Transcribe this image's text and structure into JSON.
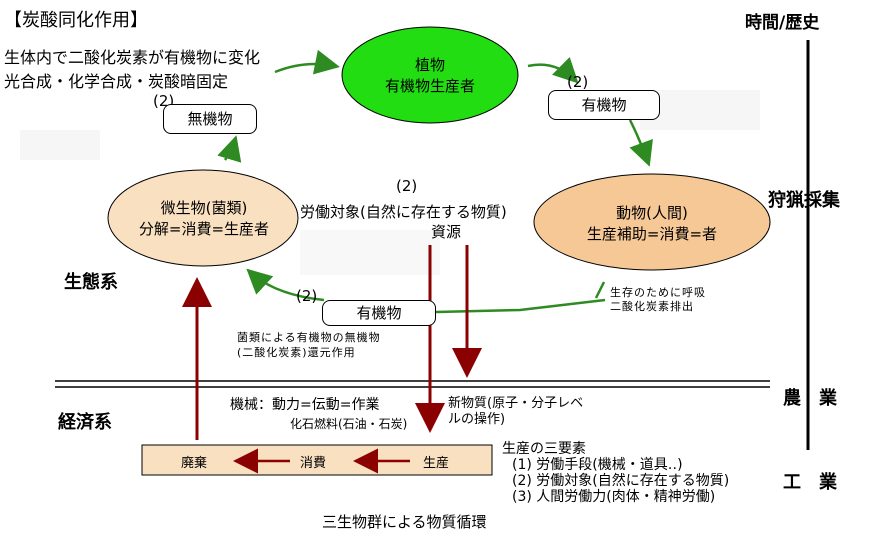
{
  "header": {
    "title": "【炭酸同化作用】",
    "desc_line1": "生体内で二酸化炭素が有機物に変化",
    "desc_line2": "光合成・化学合成・炭酸暗固定"
  },
  "right_axis": {
    "title": "時間/歴史",
    "hunting": "狩猟採集",
    "agriculture": "農　業",
    "industry": "工　業"
  },
  "nodes": {
    "plant": {
      "line1": "植物",
      "line2": "有機物生産者",
      "color": "#22dd11"
    },
    "animal": {
      "line1": "動物(人間)",
      "line2": "生産補助=消費=者",
      "color": "#f5c896"
    },
    "microbe": {
      "line1": "微生物(菌類)",
      "line2": "分解=消費=生産者",
      "color": "#f9e0c0"
    }
  },
  "boxes": {
    "inorganic": {
      "num": "(2)",
      "label": "無機物"
    },
    "organic_top": {
      "num": "(2)",
      "label": "有機物"
    },
    "organic_bottom": {
      "num": "(2)",
      "label": "有機物"
    }
  },
  "center": {
    "num": "(2)",
    "line1": "労働対象(自然に存在する物質)",
    "line2": "資源"
  },
  "annotations": {
    "respiration_1": "生存のために呼吸",
    "respiration_2": "二酸化炭素排出",
    "reduction_1": "菌類による有機物の無機物",
    "reduction_2": "(二酸化炭素)還元作用",
    "machine": "機械：動力=伝動=作業",
    "fossil": "化石燃料(石油・石炭)",
    "newmat_1": "新物質(原子・分子レベ",
    "newmat_2": "ルの操作)"
  },
  "sections": {
    "ecosystem": "生態系",
    "economy": "経済系"
  },
  "production_bar": {
    "waste": "廃棄",
    "consume": "消費",
    "produce": "生産",
    "color": "#f9e0c0",
    "arrow_color": "#8b0000"
  },
  "three_elements": {
    "title": "生産の三要素",
    "item1": "(1) 労働手段(機械・道具‥)",
    "item2": "(2) 労働対象(自然に存在する物質)",
    "item3": "(3) 人間労働力(肉体・精神労働)"
  },
  "footer": {
    "caption": "三生物群による物質循環"
  },
  "colors": {
    "green_arrow": "#2e8b22",
    "red_arrow": "#8b0000"
  }
}
